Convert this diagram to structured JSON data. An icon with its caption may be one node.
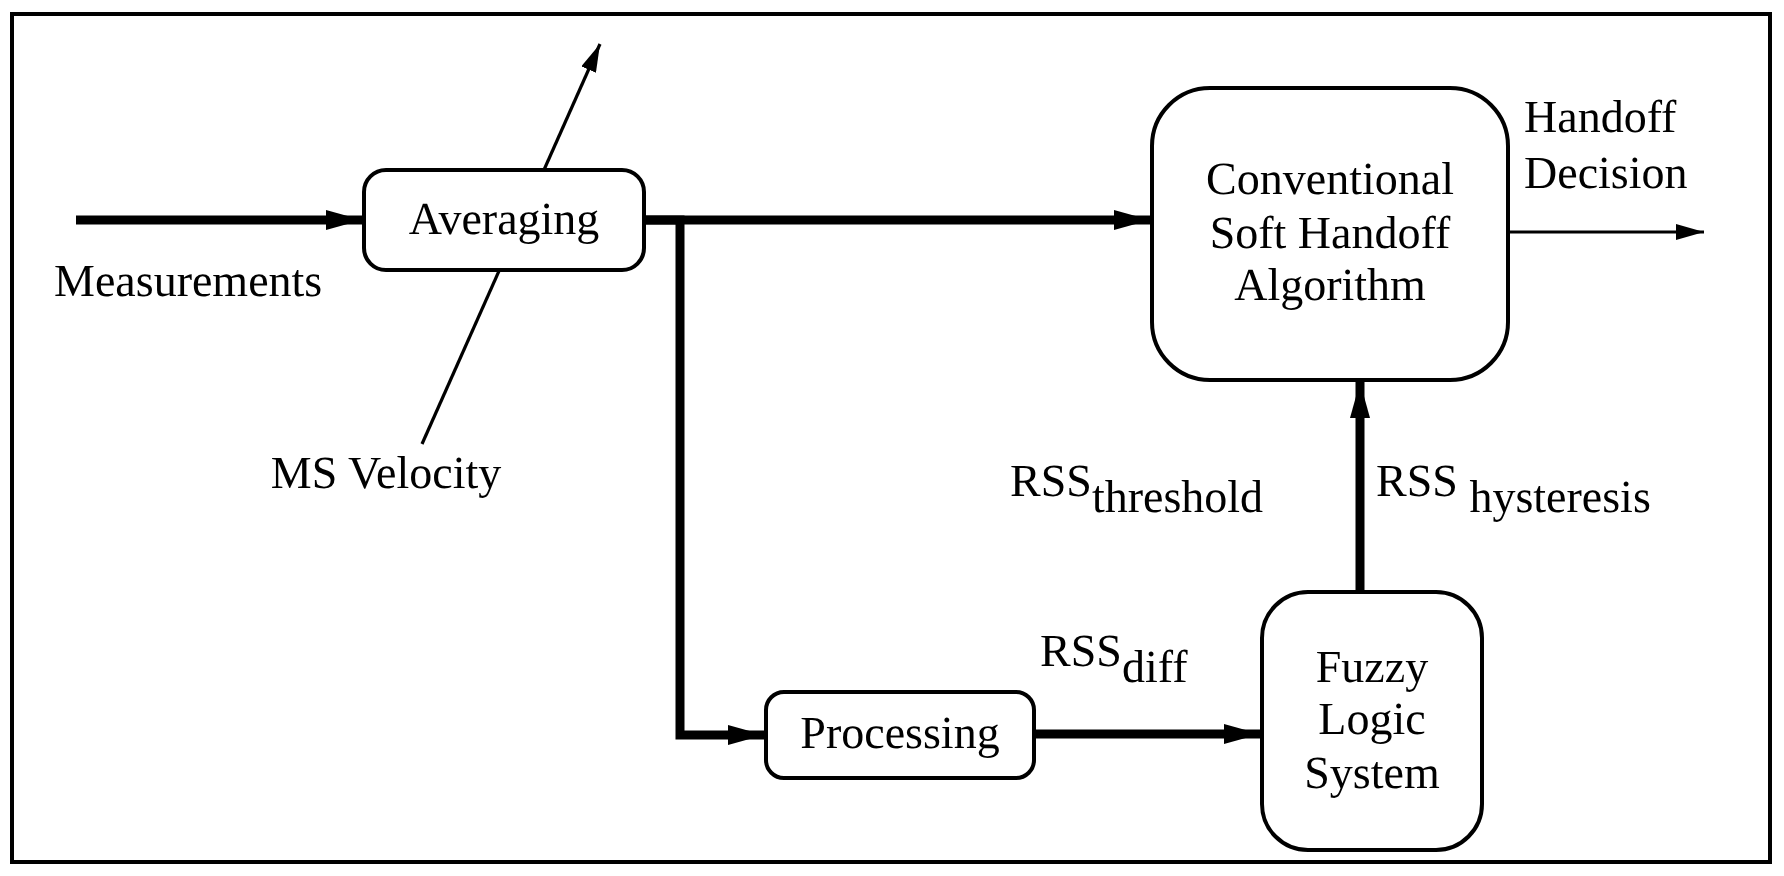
{
  "diagram": {
    "nodes": [
      {
        "text": [
          "Averaging"
        ]
      },
      {
        "text": [
          "Conventional Soft Handoff Algorithm"
        ]
      },
      {
        "text": [
          "Processing"
        ]
      },
      {
        "text": [
          "Fuzzy Logic System"
        ]
      },
      {
        "text": [
          "MS Velocity"
        ]
      }
    ],
    "edges": [
      {
        "from": null,
        "to": 0,
        "arrow": "to",
        "label": "Measurements"
      },
      {
        "from": 0,
        "to": 1,
        "arrow": "to"
      },
      {
        "from": 0,
        "to": 2,
        "arrow": "to"
      },
      {
        "from": 2,
        "to": 3,
        "arrow": "to",
        "label": "RSS$_{diff}$"
      },
      {
        "from": 3,
        "to": 1,
        "arrow": "to",
        "label": "RSS$_{threshold}$"
      },
      {
        "from": 4,
        "to": null,
        "arrow": "to"
      },
      {
        "from": 1,
        "to": null,
        "arrow": "to",
        "label": "Handoff Decision"
      }
    ],
    "labels": [
      "RSS $_{hysteresis}$"
    ]
  }
}
